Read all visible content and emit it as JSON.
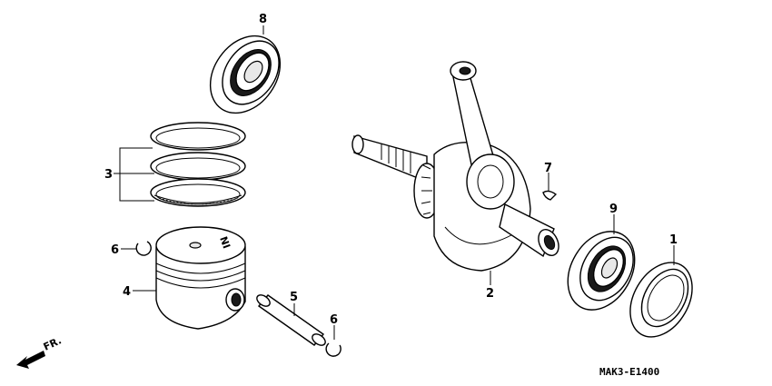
{
  "diagram": {
    "callouts": [
      {
        "id": "8",
        "label": "8"
      },
      {
        "id": "3",
        "label": "3"
      },
      {
        "id": "6a",
        "label": "6"
      },
      {
        "id": "4",
        "label": "4"
      },
      {
        "id": "5",
        "label": "5"
      },
      {
        "id": "6b",
        "label": "6"
      },
      {
        "id": "7",
        "label": "7"
      },
      {
        "id": "2",
        "label": "2"
      },
      {
        "id": "9",
        "label": "9"
      },
      {
        "id": "1",
        "label": "1"
      }
    ],
    "piston_mark": "NI",
    "direction_label": "FR.",
    "drawing_code": "MAK3-E1400"
  }
}
